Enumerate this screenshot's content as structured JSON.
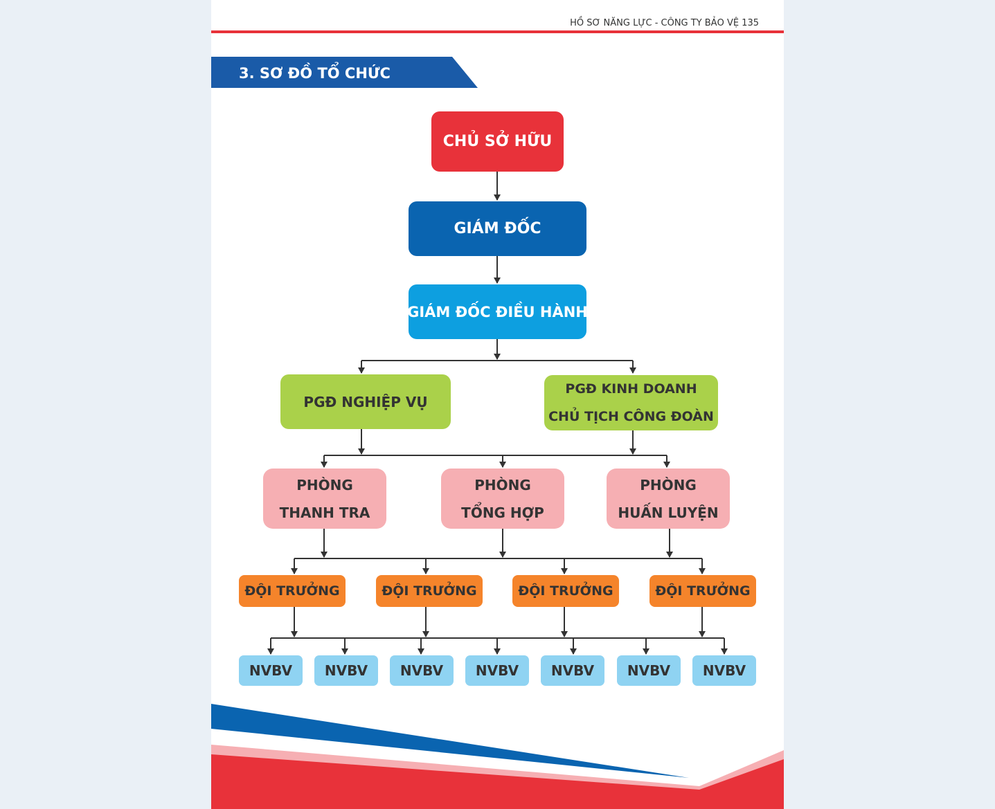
{
  "header": {
    "text": "HỒ SƠ NĂNG LỰC - CÔNG TY BẢO VỆ 135"
  },
  "section": {
    "title": "3. SƠ ĐỒ TỔ CHỨC"
  },
  "org": {
    "owner": "CHỦ SỞ HỮU",
    "director": "GIÁM ĐỐC",
    "executive_director": "GIÁM ĐỐC ĐIỀU HÀNH",
    "deputy_operations": "PGĐ NGHIỆP VỤ",
    "deputy_business": {
      "line1": "PGĐ KINH DOANH",
      "line2": "CHỦ TỊCH CÔNG ĐOÀN"
    },
    "departments": [
      {
        "line1": "PHÒNG",
        "line2": "THANH TRA"
      },
      {
        "line1": "PHÒNG",
        "line2": "TỔNG HỢP"
      },
      {
        "line1": "PHÒNG",
        "line2": "HUẤN LUYỆN"
      }
    ],
    "team_leaders": [
      "ĐỘI TRƯỞNG",
      "ĐỘI TRƯỞNG",
      "ĐỘI TRƯỞNG",
      "ĐỘI TRƯỞNG"
    ],
    "guards": [
      "NVBV",
      "NVBV",
      "NVBV",
      "NVBV",
      "NVBV",
      "NVBV",
      "NVBV"
    ]
  },
  "colors": {
    "red": "#e8323a",
    "dark_blue": "#0a64b0",
    "light_blue": "#0d9fe0",
    "green": "#aad14a",
    "pink": "#f6afb3",
    "orange": "#f5842b",
    "sky": "#8fd3f2"
  }
}
